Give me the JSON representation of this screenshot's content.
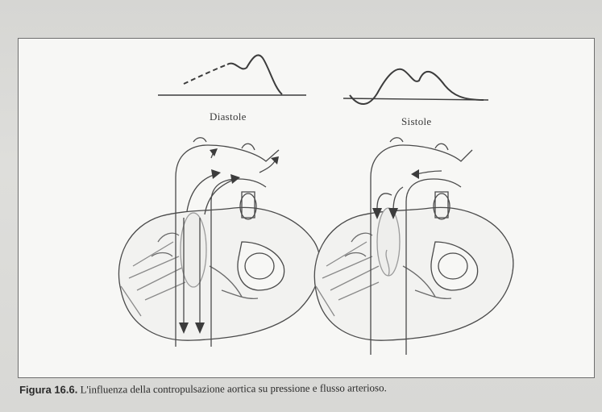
{
  "figure": {
    "label_left": "Diastole",
    "label_right": "Sistole",
    "caption_number": "Figura 16.6.",
    "caption_text": " L'influenza della contropulsazione aortica su pressione e flusso arterioso."
  },
  "colors": {
    "ink": "#3c3c3c",
    "paper": "#f7f7f5",
    "background": "#d9d9d7"
  }
}
